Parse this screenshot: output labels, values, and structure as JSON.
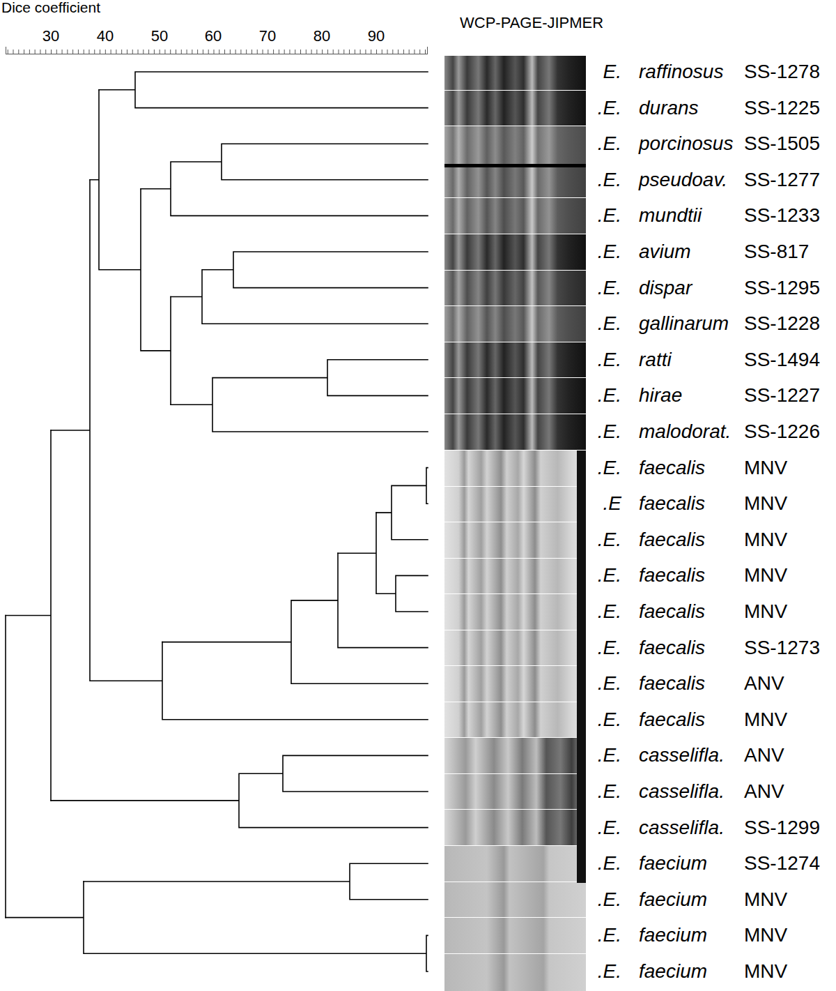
{
  "diagram": {
    "title": "WCP-PAGE-JIPMER",
    "labels": [
      "Dice coefficient",
      "30",
      "40",
      "50",
      "60",
      "70",
      "80",
      "90",
      "E.",
      "raffinosus",
      "SS-1278",
      ".E.",
      "durans",
      "SS-1225",
      ".E.",
      "porcinosus",
      "SS-1505",
      ".E.",
      "pseudoav.",
      "SS-1277",
      ".E.",
      "mundtii",
      "SS-1233",
      ".E.",
      "avium",
      "SS-817",
      ".E.",
      "dispar",
      "SS-1295",
      ".E.",
      "gallinarum",
      "SS-1228",
      ".E.",
      "ratti",
      "SS-1494",
      ".E.",
      "hirae",
      "SS-1227",
      ".E.",
      "malodorat.",
      "SS-1226",
      ".E.",
      "faecalis",
      "MNV",
      ".E",
      "faecalis",
      "MNV",
      ".E.",
      "faecalis",
      "MNV",
      ".E.",
      "faecalis",
      "MNV",
      ".E.",
      "faecalis",
      "MNV",
      ".E.",
      "faecalis",
      "SS-1273",
      ".E.",
      "faecalis",
      "ANV",
      ".E.",
      "faecalis",
      "MNV",
      ".E.",
      "casselifla.",
      "ANV",
      ".E.",
      "casselifla.",
      "ANV",
      ".E.",
      "casselifla.",
      "SS-1299",
      ".E.",
      "faecium",
      "SS-1274",
      ".E.",
      "faecium",
      "MNV",
      ".E.",
      "faecium",
      "MNV",
      ".E.",
      "faecium",
      "MNV"
    ]
  }
}
